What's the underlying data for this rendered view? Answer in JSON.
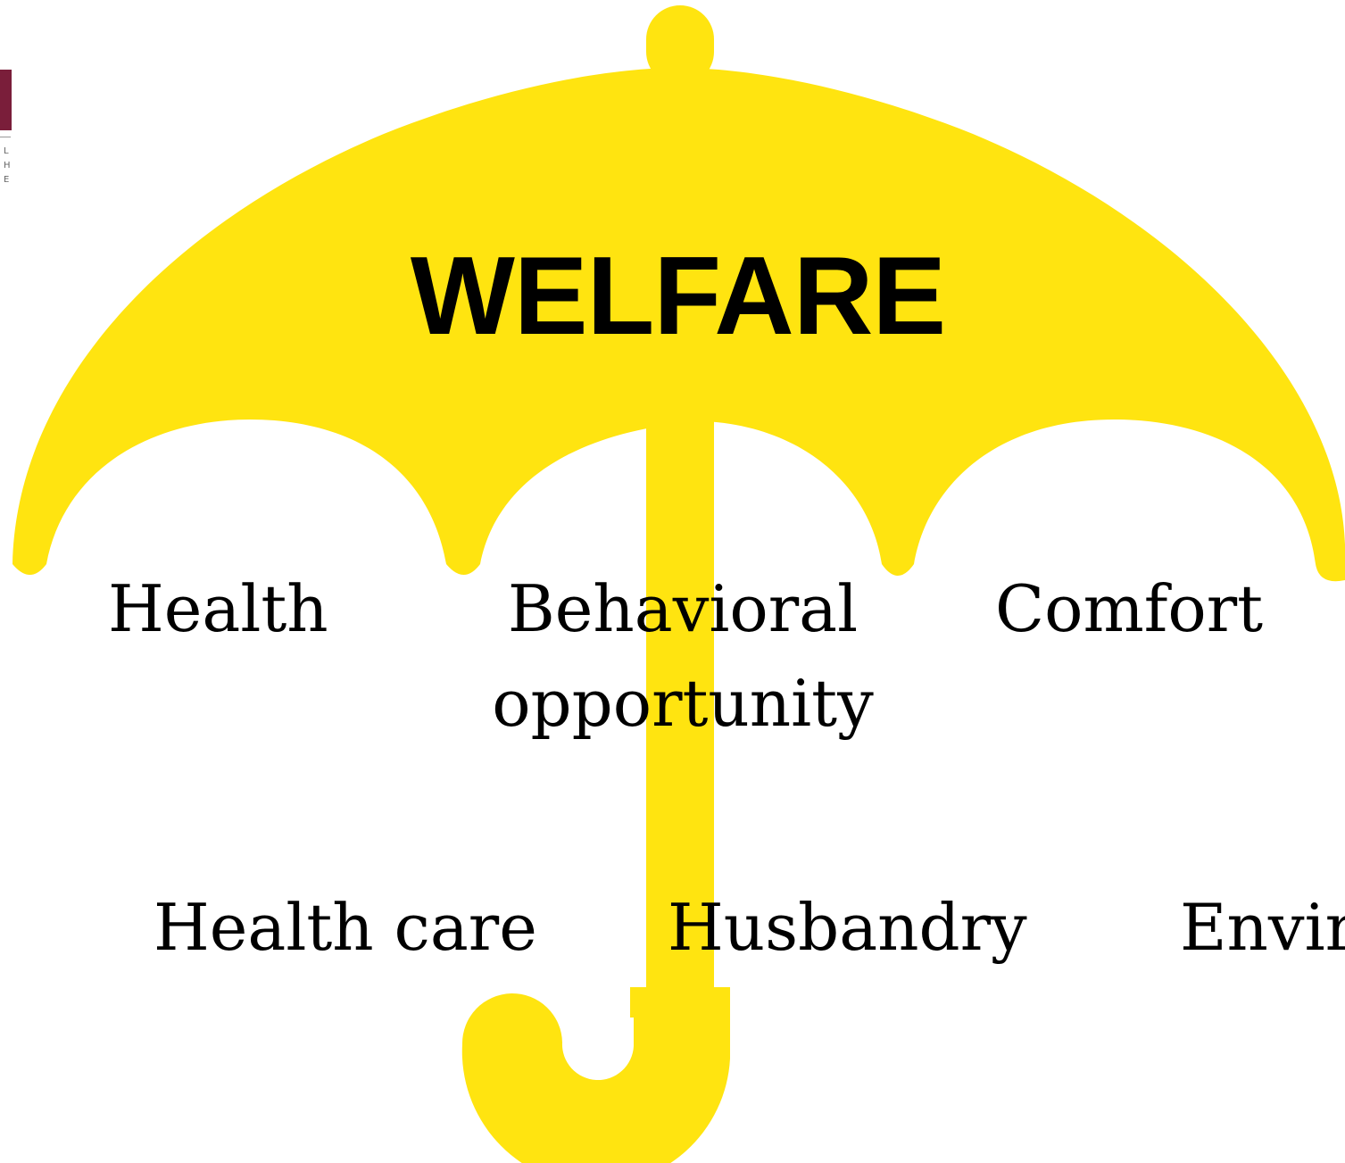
{
  "colors": {
    "umbrella": "#ffe410",
    "text": "#000000",
    "logo_accent": "#7a1e3a",
    "logo_text": "#666666"
  },
  "logo": {
    "letters": [
      "L",
      "H",
      "E"
    ]
  },
  "diagram": {
    "title": "WELFARE",
    "outcomes": [
      {
        "label": "Health"
      },
      {
        "label": "Behavioral opportunity",
        "lines": [
          "Behavioral",
          "opportunity"
        ]
      },
      {
        "label": "Comfort"
      }
    ],
    "inputs": [
      {
        "label": "Health care"
      },
      {
        "label": "Husbandry"
      },
      {
        "label": "Envir"
      }
    ]
  }
}
